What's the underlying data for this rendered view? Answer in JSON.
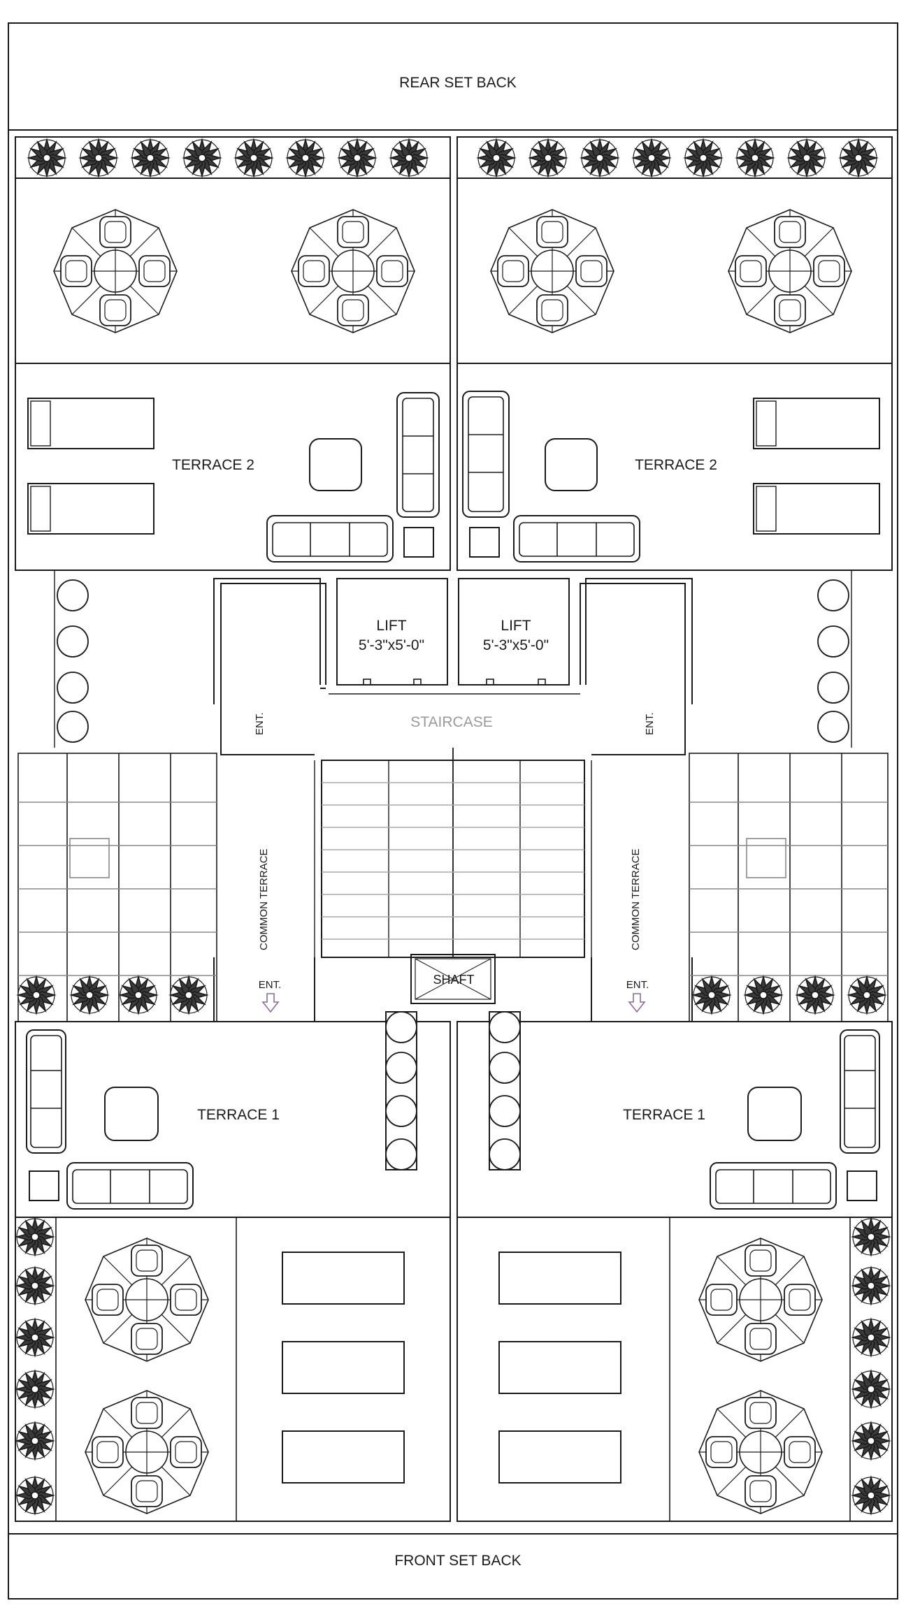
{
  "labels": {
    "rear_setback": "REAR SET BACK",
    "front_setback": "FRONT SET BACK",
    "terrace2_left": "TERRACE 2",
    "terrace2_right": "TERRACE 2",
    "terrace1_left": "TERRACE 1",
    "terrace1_right": "TERRACE 1",
    "lift_left": "LIFT",
    "lift_left_size": "5'-3\"x5'-0\"",
    "lift_right": "LIFT",
    "lift_right_size": "5'-3\"x5'-0\"",
    "staircase": "STAIRCASE",
    "shaft": "SHAFT",
    "ent_top_left": "ENT.",
    "ent_top_right": "ENT.",
    "ent_bottom_left": "ENT.",
    "ent_bottom_right": "ENT.",
    "common_terrace_left": "COMMON TERRACE",
    "common_terrace_right": "COMMON TERRACE"
  },
  "colors": {
    "line": "#1a1a1a",
    "faint": "#9a9a9a",
    "arrow": "#8a6aa0",
    "plant": "#2a2a2a"
  }
}
